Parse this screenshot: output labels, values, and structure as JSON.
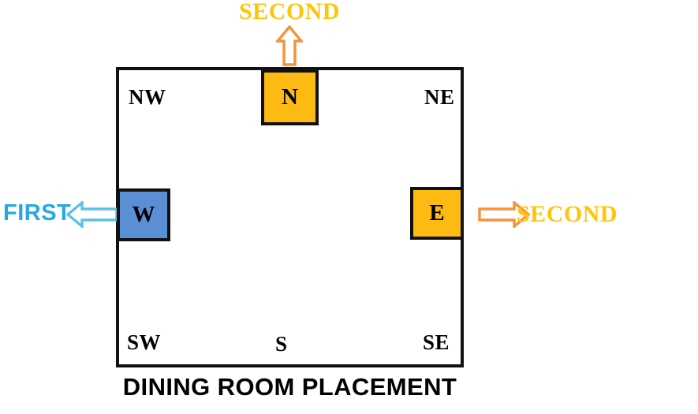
{
  "diagram": {
    "caption": "DINING ROOM PLACEMENT",
    "room": {
      "wall_labels": {
        "nw": "NW",
        "ne": "NE",
        "sw": "SW",
        "s": "S",
        "se": "SE"
      }
    },
    "furniture": [
      {
        "id": "north",
        "label": "N",
        "color": "#FDBA12",
        "wall": "north"
      },
      {
        "id": "west",
        "label": "W",
        "color": "#5B8FD4",
        "wall": "west"
      },
      {
        "id": "east",
        "label": "E",
        "color": "#FDBA12",
        "wall": "east"
      }
    ],
    "callouts": [
      {
        "id": "top",
        "label": "SECOND",
        "color": "#FFC40C",
        "arrow_direction": "up",
        "arrow_color": "#F5923E",
        "arrow_icon": "arrow-up-outline-icon"
      },
      {
        "id": "left",
        "label": "FIRST",
        "color": "#27A8E0",
        "arrow_direction": "left",
        "arrow_color": "#5BC2E7",
        "arrow_icon": "arrow-left-outline-icon"
      },
      {
        "id": "right",
        "label": "SECOND",
        "color": "#FFC40C",
        "arrow_direction": "right",
        "arrow_color": "#F5923E",
        "arrow_icon": "arrow-right-outline-icon"
      }
    ],
    "colors": {
      "background": "#FFFFFF",
      "wall": "#111111",
      "amber": "#FDBA12",
      "blue": "#5B8FD4",
      "text_blue": "#27A8E0",
      "text_gold": "#FFC40C",
      "arrow_orange": "#F5923E",
      "arrow_cyan": "#5BC2E7"
    }
  }
}
